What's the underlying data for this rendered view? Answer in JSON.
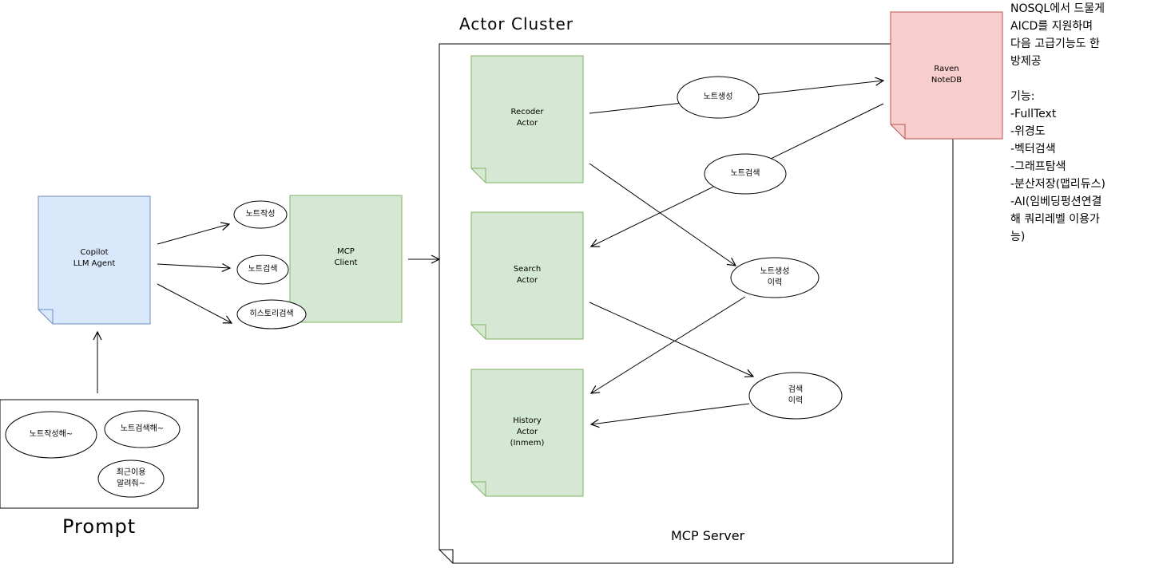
{
  "cluster_title": "Actor Cluster",
  "server_label": "MCP Server",
  "prompt_title": "Prompt",
  "copilot": "Copilot\nLLM Agent",
  "mcp_client": "MCP\nClient",
  "actors": {
    "recoder": "Recoder\nActor",
    "search": "Search\nActor",
    "history": "History\nActor\n(Inmem)"
  },
  "db": "Raven\nNoteDB",
  "ovals": {
    "note_write": "노트작성",
    "note_search": "노트검색",
    "history_search": "히스토리검색",
    "note_create": "노트생성",
    "note_search2": "노트검색",
    "note_create_history": "노트생성\n이력",
    "search_history": "검색\n이력"
  },
  "prompts": {
    "p1": "노트작성해~",
    "p2": "노트검색해~",
    "p3": "최근이용\n알려줘~"
  },
  "side_note": "NOSQL에서 드물게\nAICD를 지원하며\n다음 고급기능도 한\n방제공\n\n기능:\n-FullText\n-위경도\n-벡터검색\n-그래프탐색\n-분산저장(맵리듀스)\n-AI(임베딩펑션연결\n해 쿼리레벨 이용가\n능)",
  "colors": {
    "green_fill": "#d5e8d4",
    "green_stroke": "#82b366",
    "blue_fill": "#dae8fc",
    "blue_stroke": "#6c8ebf",
    "red_fill": "#f8cecc",
    "red_stroke": "#b85450"
  }
}
